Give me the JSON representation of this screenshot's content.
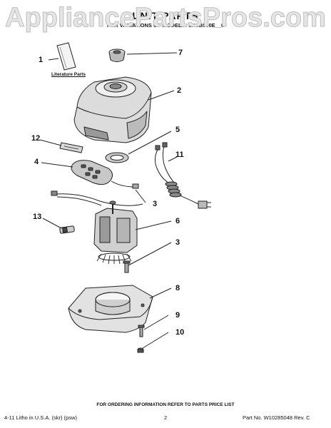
{
  "watermark": "AppliancePartsPros.com",
  "header": {
    "title": "UNIT PARTS",
    "subtitle": "FOR VARIATIONS OF MODELS: 5KSB560E__0"
  },
  "literature_label": "Literature Parts",
  "callouts": [
    "1",
    "7",
    "2",
    "5",
    "12",
    "11",
    "4",
    "3",
    "6",
    "13",
    "3",
    "8",
    "9",
    "10"
  ],
  "footer": {
    "ordering_note": "FOR ORDERING INFORMATION REFER TO PARTS PRICE LIST",
    "left": "4-11 Litho in U.S.A. (skr) (psw)",
    "page": "2",
    "right": "Part No. W10285048 Rev. C"
  }
}
